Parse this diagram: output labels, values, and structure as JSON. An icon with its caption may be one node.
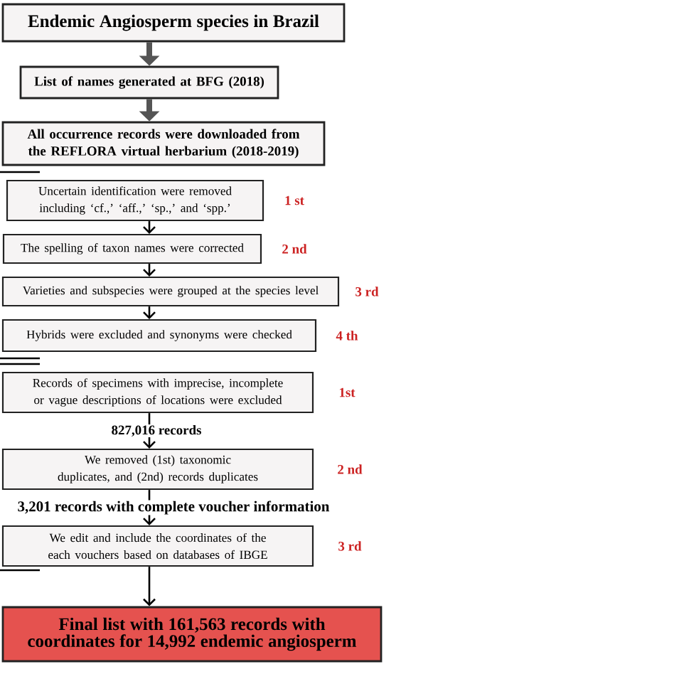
{
  "diagram": {
    "nodes": [
      {
        "text": [
          "Endemic Angiosperm species in Brazil"
        ]
      },
      {
        "text": [
          "List of names generated at BFG (2018)"
        ]
      },
      {
        "text": [
          "All occurrence records were downloaded from the REFLORA virtual herbarium (2018-2019)"
        ]
      },
      {
        "text": [
          "Uncertain identification were removed including ‘cf.,’ ‘aff.,’ ‘sp.,’ and ‘spp.’"
        ],
        "beside": [
          "1 st"
        ]
      },
      {
        "text": [
          "The spelling of taxon names were corrected"
        ],
        "beside": [
          "2 nd"
        ]
      },
      {
        "text": [
          "Varieties and subspecies were grouped at the species level"
        ],
        "beside": [
          "3 rd"
        ]
      },
      {
        "text": [
          "Hybrids were excluded and synonyms were checked"
        ],
        "beside": [
          "4 th"
        ]
      },
      {
        "text": [
          "Records of specimens with imprecise, incomplete or vague descriptions of locations were excluded"
        ],
        "beside": [
          "1st"
        ]
      },
      {
        "text": [
          "We removed (1st) taxonomic duplicates, and (2nd) records duplicates"
        ],
        "beside": [
          "2 nd"
        ]
      },
      {
        "text": [
          "We edit and include the coordinates of the each vouchers based on databases of IBGE"
        ],
        "beside": [
          "3 rd"
        ]
      },
      {
        "text": [
          "Final list with 161,563 records with coordinates for 14,992 endemic angiosperm"
        ]
      }
    ],
    "edges": [
      {
        "from": 0,
        "to": 1,
        "arrow": "to",
        "style": "thick"
      },
      {
        "from": 1,
        "to": 2,
        "arrow": "to",
        "style": "thick"
      },
      {
        "from": 3,
        "to": 4,
        "arrow": "to"
      },
      {
        "from": 4,
        "to": 5,
        "arrow": "to"
      },
      {
        "from": 5,
        "to": 6,
        "arrow": "to"
      },
      {
        "from": 7,
        "to": 8,
        "arrow": "to"
      },
      {
        "from": 8,
        "to": 9,
        "arrow": "to"
      },
      {
        "from": 9,
        "to": 10,
        "arrow": "to"
      }
    ],
    "labels": [
      "827,016 records",
      "3,201 records with complete voucher information"
    ]
  }
}
